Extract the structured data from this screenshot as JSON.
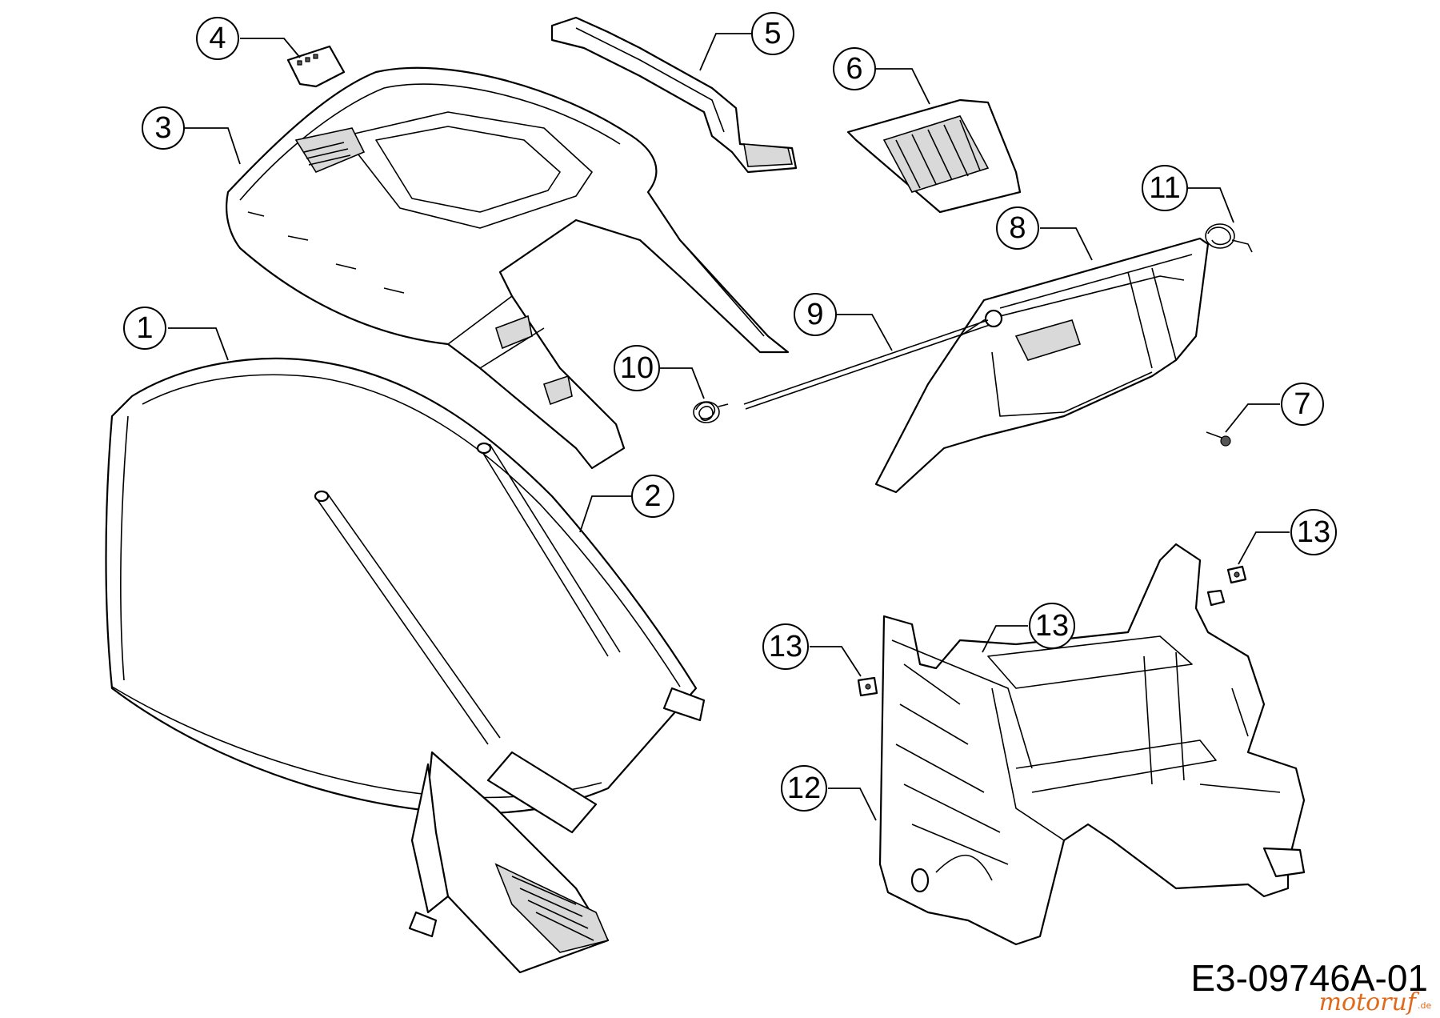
{
  "diagram": {
    "drawing_code": "E3-09746A-01",
    "watermark": {
      "text": "motoruf",
      "suffix": ".de"
    },
    "callouts": [
      {
        "id": "c1",
        "label": "1"
      },
      {
        "id": "c2",
        "label": "2"
      },
      {
        "id": "c3",
        "label": "3"
      },
      {
        "id": "c4",
        "label": "4"
      },
      {
        "id": "c5",
        "label": "5"
      },
      {
        "id": "c6",
        "label": "6"
      },
      {
        "id": "c7",
        "label": "7"
      },
      {
        "id": "c8",
        "label": "8"
      },
      {
        "id": "c9",
        "label": "9"
      },
      {
        "id": "c10",
        "label": "10"
      },
      {
        "id": "c11",
        "label": "11"
      },
      {
        "id": "c12",
        "label": "12"
      },
      {
        "id": "c13a",
        "label": "13"
      },
      {
        "id": "c13b",
        "label": "13"
      },
      {
        "id": "c13c",
        "label": "13"
      }
    ]
  }
}
